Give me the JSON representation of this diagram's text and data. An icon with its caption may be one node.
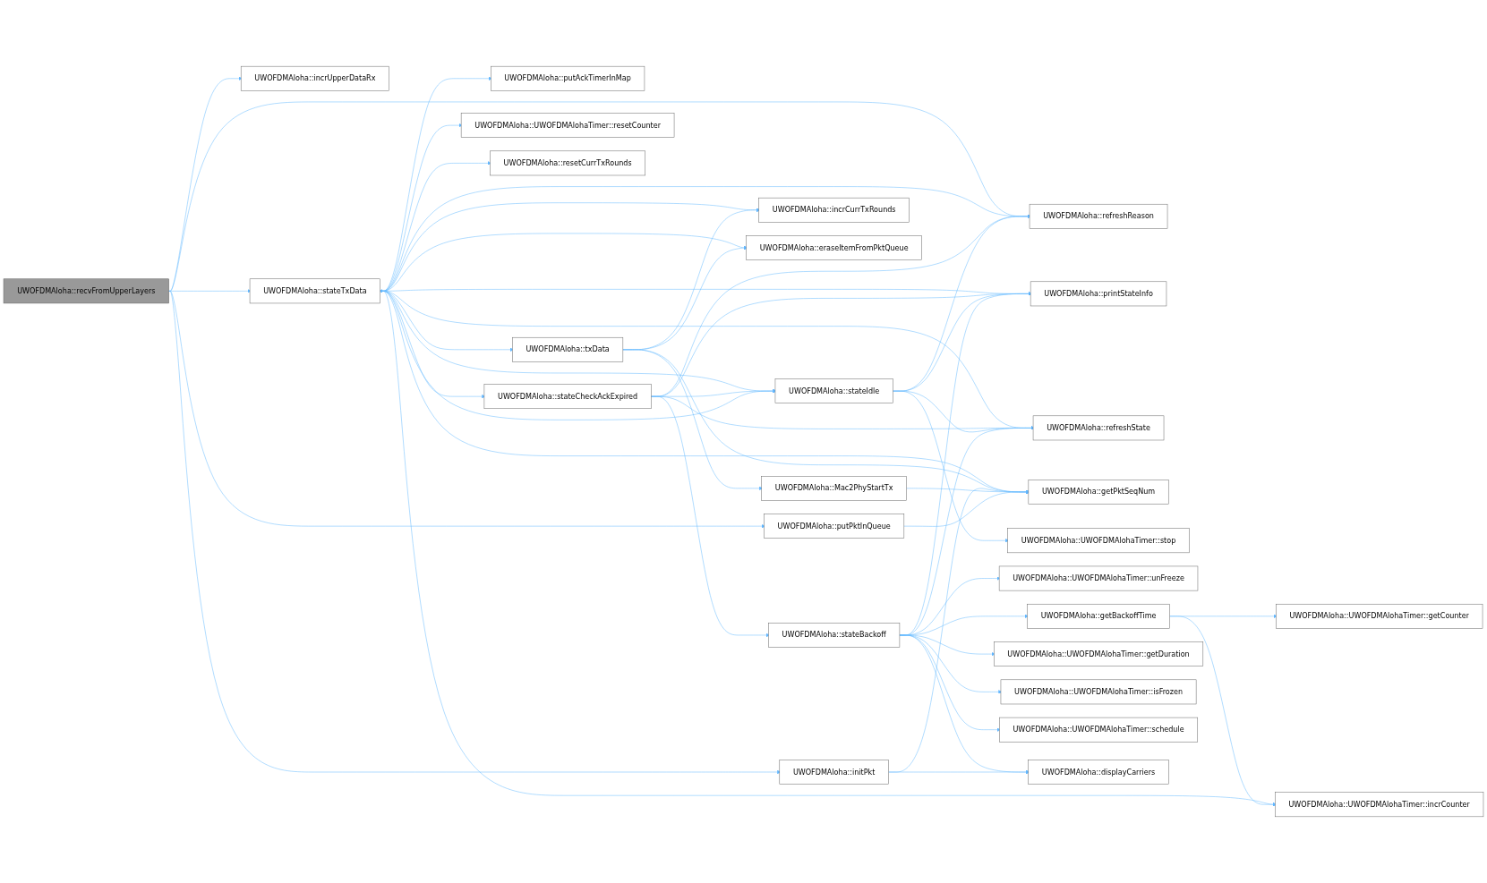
{
  "diagram": {
    "nodes": [
      {
        "text": [
          "UWOFDMAloha::recvFromUpperLayers"
        ]
      },
      {
        "text": [
          "UWOFDMAloha::incrUpperDataRx"
        ]
      },
      {
        "text": [
          "UWOFDMAloha::stateTxData"
        ]
      },
      {
        "text": [
          "UWOFDMAloha::putPktInQueue"
        ]
      },
      {
        "text": [
          "UWOFDMAloha::initPkt"
        ]
      },
      {
        "text": [
          "UWOFDMAloha::refreshReason"
        ]
      },
      {
        "text": [
          "UWOFDMAloha::putAckTimerInMap"
        ]
      },
      {
        "text": [
          "UWOFDMAloha::stateCheckAckExpired"
        ]
      },
      {
        "text": [
          "UWOFDMAloha::UWOFDMAlohaTimer::resetCounter"
        ]
      },
      {
        "text": [
          "UWOFDMAloha::resetCurrTxRounds"
        ]
      },
      {
        "text": [
          "UWOFDMAloha::incrCurrTxRounds"
        ]
      },
      {
        "text": [
          "UWOFDMAloha::eraseItemFromPktQueue"
        ]
      },
      {
        "text": [
          "UWOFDMAloha::txData"
        ]
      },
      {
        "text": [
          "UWOFDMAloha::stateIdle"
        ]
      },
      {
        "text": [
          "UWOFDMAloha::stateBackoff"
        ]
      },
      {
        "text": [
          "UWOFDMAloha::Mac2PhyStartTx"
        ]
      },
      {
        "text": [
          "UWOFDMAloha::printStateInfo"
        ]
      },
      {
        "text": [
          "UWOFDMAloha::refreshState"
        ]
      },
      {
        "text": [
          "UWOFDMAloha::getPktSeqNum"
        ]
      },
      {
        "text": [
          "UWOFDMAloha::UWOFDMAlohaTimer::stop"
        ]
      },
      {
        "text": [
          "UWOFDMAloha::UWOFDMAlohaTimer::unFreeze"
        ]
      },
      {
        "text": [
          "UWOFDMAloha::getBackoffTime"
        ]
      },
      {
        "text": [
          "UWOFDMAloha::UWOFDMAlohaTimer::getDuration"
        ]
      },
      {
        "text": [
          "UWOFDMAloha::UWOFDMAlohaTimer::isFrozen"
        ]
      },
      {
        "text": [
          "UWOFDMAloha::UWOFDMAlohaTimer::schedule"
        ]
      },
      {
        "text": [
          "UWOFDMAloha::displayCarriers"
        ]
      },
      {
        "text": [
          "UWOFDMAloha::UWOFDMAlohaTimer::getCounter"
        ]
      },
      {
        "text": [
          "UWOFDMAloha::UWOFDMAlohaTimer::incrCounter"
        ]
      }
    ],
    "edges": [
      {
        "from": 0,
        "to": 1,
        "arrow": "to"
      },
      {
        "from": 0,
        "to": 2,
        "arrow": "to"
      },
      {
        "from": 0,
        "to": 5,
        "arrow": "to"
      },
      {
        "from": 0,
        "to": 4,
        "arrow": "to"
      },
      {
        "from": 0,
        "to": 3,
        "arrow": "to"
      },
      {
        "from": 2,
        "to": 16,
        "arrow": "to"
      },
      {
        "from": 2,
        "to": 5,
        "arrow": "to"
      },
      {
        "from": 2,
        "to": 13,
        "arrow": "to"
      },
      {
        "from": 2,
        "to": 6,
        "arrow": "to"
      },
      {
        "from": 2,
        "to": 7,
        "arrow": "to"
      },
      {
        "from": 2,
        "to": 17,
        "arrow": "to"
      },
      {
        "from": 2,
        "to": 8,
        "arrow": "to"
      },
      {
        "from": 2,
        "to": 9,
        "arrow": "to"
      },
      {
        "from": 2,
        "to": 27,
        "arrow": "to"
      },
      {
        "from": 2,
        "to": 10,
        "arrow": "to"
      },
      {
        "from": 2,
        "to": 11,
        "arrow": "to"
      },
      {
        "from": 2,
        "to": 12,
        "arrow": "to"
      },
      {
        "from": 2,
        "to": 18,
        "arrow": "to"
      },
      {
        "from": 13,
        "to": 2,
        "arrow": "to"
      },
      {
        "from": 7,
        "to": 5,
        "arrow": "to"
      },
      {
        "from": 7,
        "to": 13,
        "arrow": "to"
      },
      {
        "from": 7,
        "to": 16,
        "arrow": "to"
      },
      {
        "from": 7,
        "to": 17,
        "arrow": "to"
      },
      {
        "from": 7,
        "to": 14,
        "arrow": "to"
      },
      {
        "from": 13,
        "to": 5,
        "arrow": "to"
      },
      {
        "from": 13,
        "to": 19,
        "arrow": "to"
      },
      {
        "from": 13,
        "to": 16,
        "arrow": "to"
      },
      {
        "from": 13,
        "to": 17,
        "arrow": "to"
      },
      {
        "from": 14,
        "to": 16,
        "arrow": "to"
      },
      {
        "from": 14,
        "to": 17,
        "arrow": "to"
      },
      {
        "from": 14,
        "to": 20,
        "arrow": "to"
      },
      {
        "from": 14,
        "to": 21,
        "arrow": "to"
      },
      {
        "from": 14,
        "to": 22,
        "arrow": "to"
      },
      {
        "from": 14,
        "to": 23,
        "arrow": "to"
      },
      {
        "from": 14,
        "to": 24,
        "arrow": "to"
      },
      {
        "from": 14,
        "to": 25,
        "arrow": "to"
      },
      {
        "from": 21,
        "to": 26,
        "arrow": "to"
      },
      {
        "from": 21,
        "to": 27,
        "arrow": "to"
      },
      {
        "from": 12,
        "to": 10,
        "arrow": "to"
      },
      {
        "from": 12,
        "to": 11,
        "arrow": "to"
      },
      {
        "from": 12,
        "to": 18,
        "arrow": "to"
      },
      {
        "from": 12,
        "to": 15,
        "arrow": "to"
      },
      {
        "from": 4,
        "to": 25,
        "arrow": "to"
      },
      {
        "from": 4,
        "to": 18,
        "arrow": "to"
      },
      {
        "from": 15,
        "to": 18,
        "arrow": "to"
      },
      {
        "from": 3,
        "to": 18,
        "arrow": "to"
      }
    ]
  }
}
